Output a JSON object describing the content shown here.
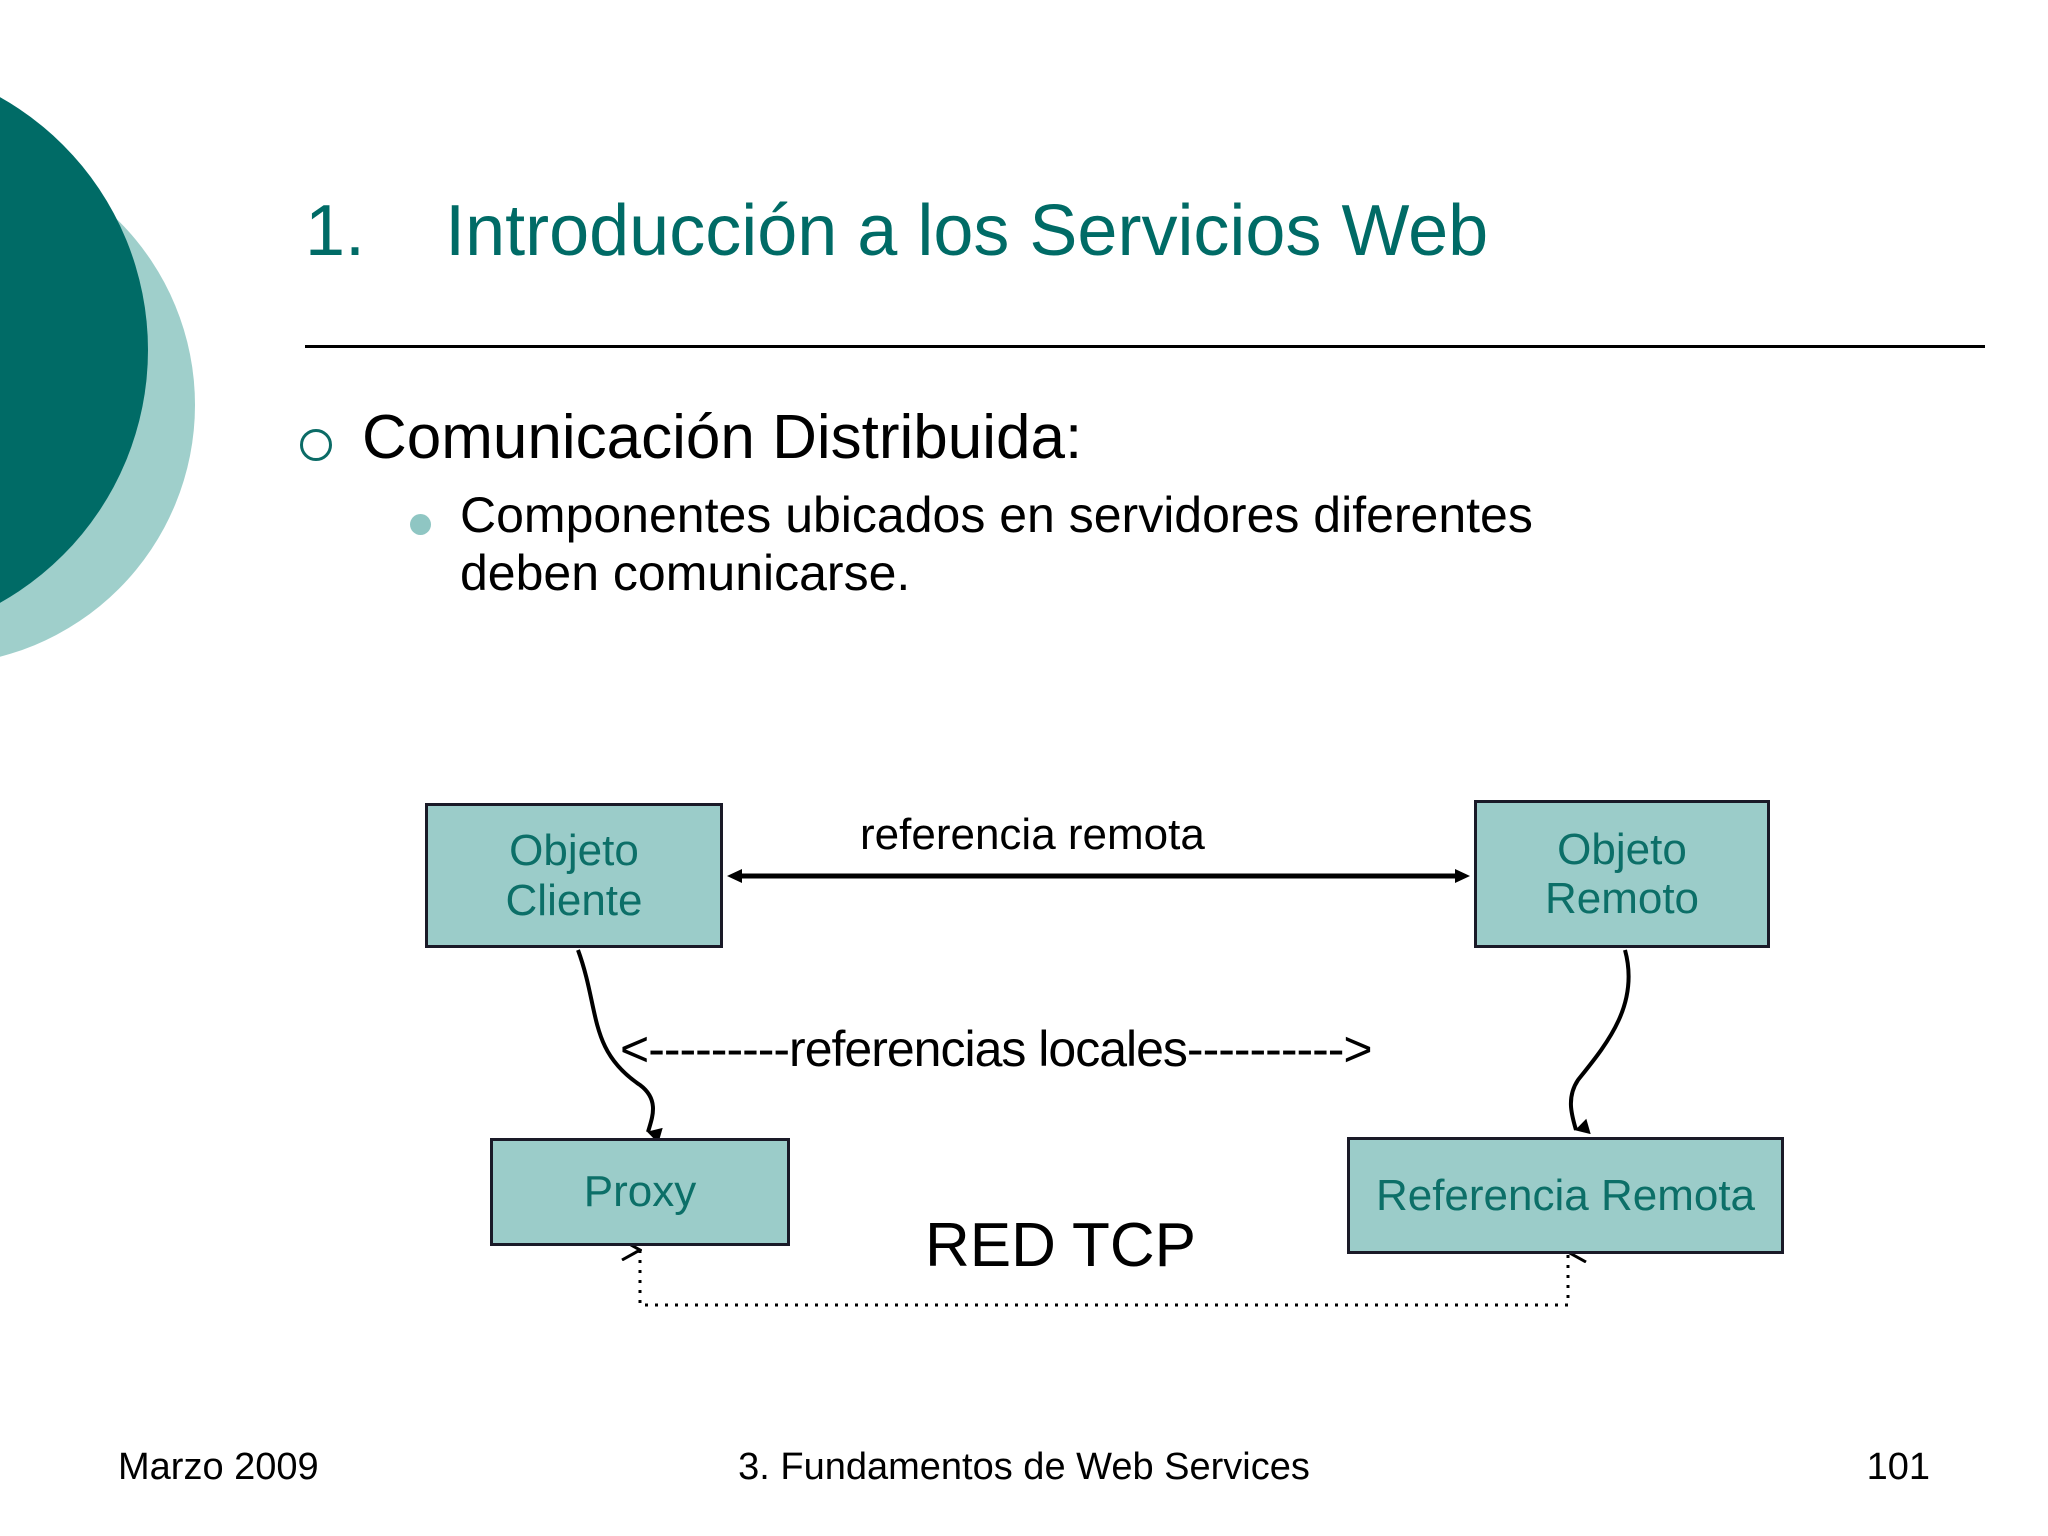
{
  "slide": {
    "title": "1.    Introducción a los Servicios Web",
    "bullets": {
      "level1": "Comunicación Distribuida:",
      "level2": "Componentes ubicados en servidores diferentes deben comunicarse."
    },
    "footer": {
      "date": "Marzo 2009",
      "center": "3. Fundamentos de Web Services",
      "page": "101"
    }
  },
  "diagram": {
    "boxes": [
      {
        "id": "objeto-cliente",
        "label": "Objeto\nCliente"
      },
      {
        "id": "objeto-remoto",
        "label": "Objeto\nRemoto"
      },
      {
        "id": "proxy",
        "label": "Proxy"
      },
      {
        "id": "referencia-remota",
        "label": "Referencia Remota"
      }
    ],
    "labels": {
      "remote_reference": "referencia remota",
      "local_references": "<---------referencias locales---------->",
      "network": "RED TCP"
    }
  },
  "colors": {
    "accent_dark_teal": "#006B66",
    "accent_light_teal": "#9FCFCB",
    "box_fill": "#9BCCC9",
    "box_text": "#0C6F68",
    "box_border": "#1A1A28",
    "title_color": "#006B66",
    "body_text": "#000000"
  }
}
